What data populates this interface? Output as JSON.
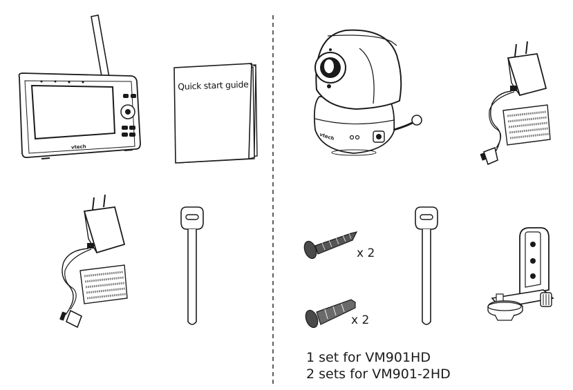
{
  "items": {
    "parent_unit": {
      "icon": "parent-monitor-icon",
      "brand": "vtech"
    },
    "quick_start_guide": {
      "icon": "booklet-icon",
      "title": "Quick start  guide"
    },
    "camera_unit": {
      "icon": "camera-icon",
      "brand": "vtech"
    },
    "camera_adapter": {
      "icon": "power-adapter-icon"
    },
    "monitor_adapter": {
      "icon": "power-adapter-icon"
    },
    "cable_tie_left": {
      "icon": "cable-tie-icon"
    },
    "screws": {
      "icon": "screw-icon",
      "quantity": "x 2"
    },
    "wall_anchors": {
      "icon": "wall-anchor-icon",
      "quantity": "x 2"
    },
    "cable_tie_right": {
      "icon": "cable-tie-icon"
    },
    "wall_mount_bracket": {
      "icon": "wall-mount-bracket-icon"
    }
  },
  "mounting_kit_note": {
    "line_1": "1 set for VM901HD",
    "line_2": "2 sets for VM901-2HD"
  },
  "colors": {
    "line": "#1a1a1a",
    "fill_light": "#f2f2f2",
    "fill_dark": "#555555"
  }
}
